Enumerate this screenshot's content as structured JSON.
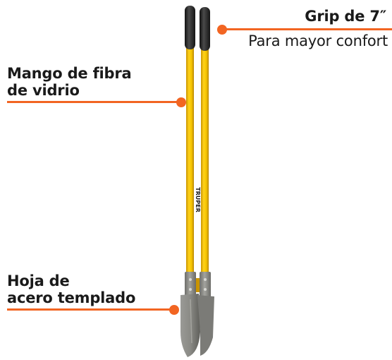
{
  "product": {
    "brand": "TRUPER"
  },
  "callouts": {
    "grip": {
      "title": "Grip de 7″",
      "subtitle": "Para mayor confort"
    },
    "handle": {
      "line1": "Mango de fibra",
      "line2": "de vidrio"
    },
    "blade": {
      "line1": "Hoja de",
      "line2": "acero templado"
    }
  },
  "colors": {
    "accent": "#f26522",
    "handle": "#f5c400",
    "grip": "#2b2b2b",
    "blade": "#8a8a85",
    "text": "#1a1a1a"
  }
}
